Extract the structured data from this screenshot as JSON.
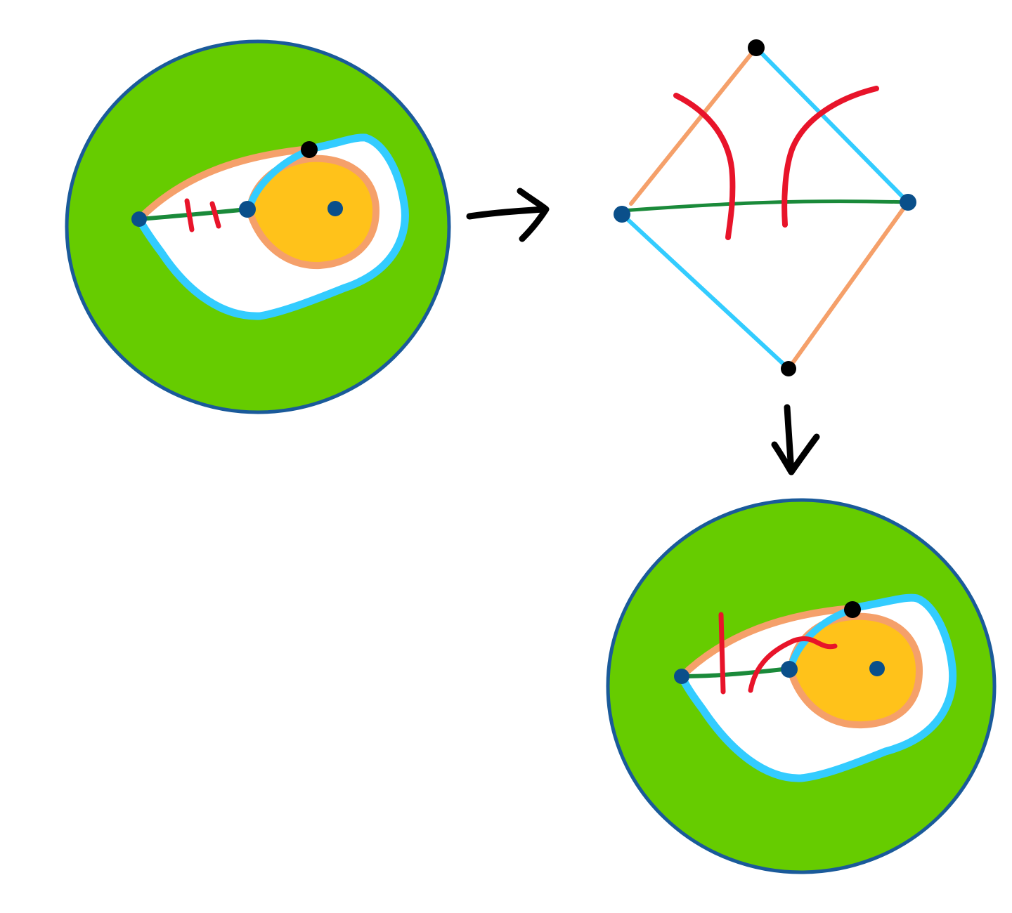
{
  "figure": {
    "description_free": true,
    "panels": [
      "initial-disk",
      "rectangle-view",
      "resulting-disk"
    ],
    "colors": {
      "background": "#ffffff",
      "annulus_green": "#66cc00",
      "outer_border": "#1a5a9a",
      "hole_white": "#ffffff",
      "cyan_edge": "#33ccff",
      "orange_edge": "#f5a06a",
      "yellow_disk": "#ffc21a",
      "green_arc": "#1a8a3a",
      "red_curve": "#e8142a",
      "blue_vertex": "#0a4f8a",
      "black_vertex": "#000000",
      "arrow": "#000000"
    },
    "icons": [
      "right-arrow",
      "down-arrow"
    ]
  }
}
